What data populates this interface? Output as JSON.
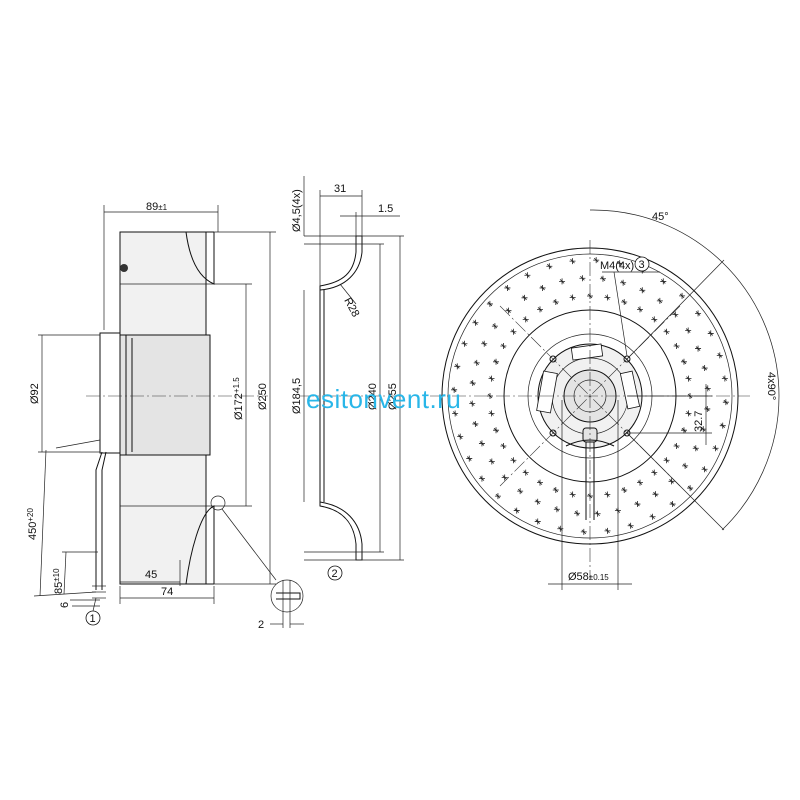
{
  "watermark": "esitonvent.ru",
  "side_view": {
    "dims": {
      "width_overall": "89",
      "width_overall_tol": "±1",
      "diam_92": "Ø92",
      "diam_172": "Ø172",
      "diam_172_tol": "+1.5",
      "diam_250": "Ø250",
      "depth_45": "45",
      "depth_74": "74",
      "cable_450": "450",
      "cable_450_tol": "+20",
      "cable_85": "85",
      "cable_85_tol": "±10",
      "cable_6": "6",
      "detail_2": "2"
    },
    "callout": "1"
  },
  "ring_view": {
    "dims": {
      "hole": "Ø4,5(4x)",
      "w31": "31",
      "w15": "1.5",
      "radius": "R28",
      "d184": "Ø184,5",
      "d240": "Ø240",
      "d255": "Ø255"
    },
    "callout": "2"
  },
  "front_view": {
    "dims": {
      "angle45": "45°",
      "angle4x90": "4x90°",
      "thread": "M4(4x)",
      "dist327": "32.7",
      "d58": "Ø58",
      "d58_tol": "±0.15"
    },
    "callout": "3"
  }
}
